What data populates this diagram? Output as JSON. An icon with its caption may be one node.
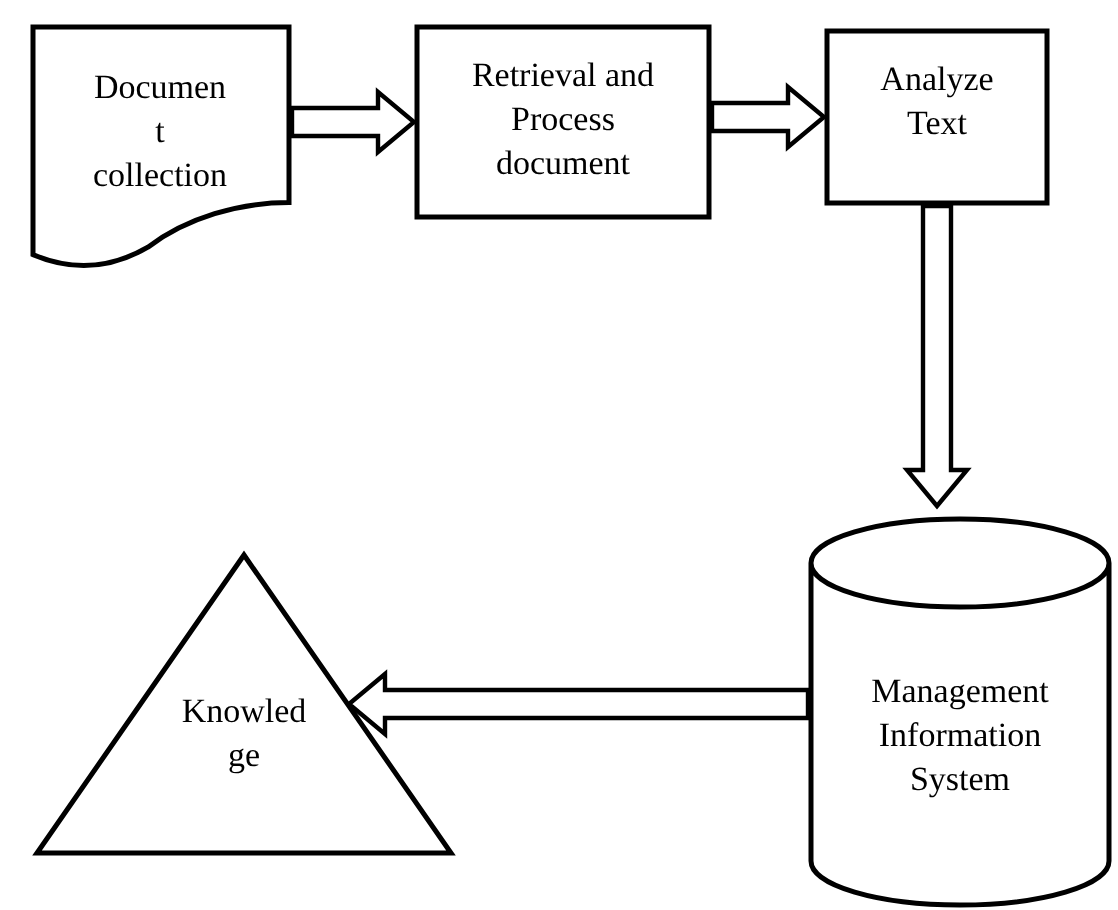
{
  "diagram": {
    "nodes": [
      {
        "text": [
          "Documen t collection"
        ]
      },
      {
        "text": [
          "Retrieval and Process document"
        ]
      },
      {
        "text": [
          "Analyze Text"
        ]
      },
      {
        "text": [
          "Management Information System"
        ]
      },
      {
        "text": [
          "Knowled ge"
        ]
      }
    ],
    "edges": [
      {
        "from": 0,
        "to": 1,
        "arrow": "to"
      },
      {
        "from": 1,
        "to": 2,
        "arrow": "to"
      },
      {
        "from": 2,
        "to": 3,
        "arrow": "to"
      },
      {
        "from": 3,
        "to": 4,
        "arrow": "to"
      }
    ]
  }
}
